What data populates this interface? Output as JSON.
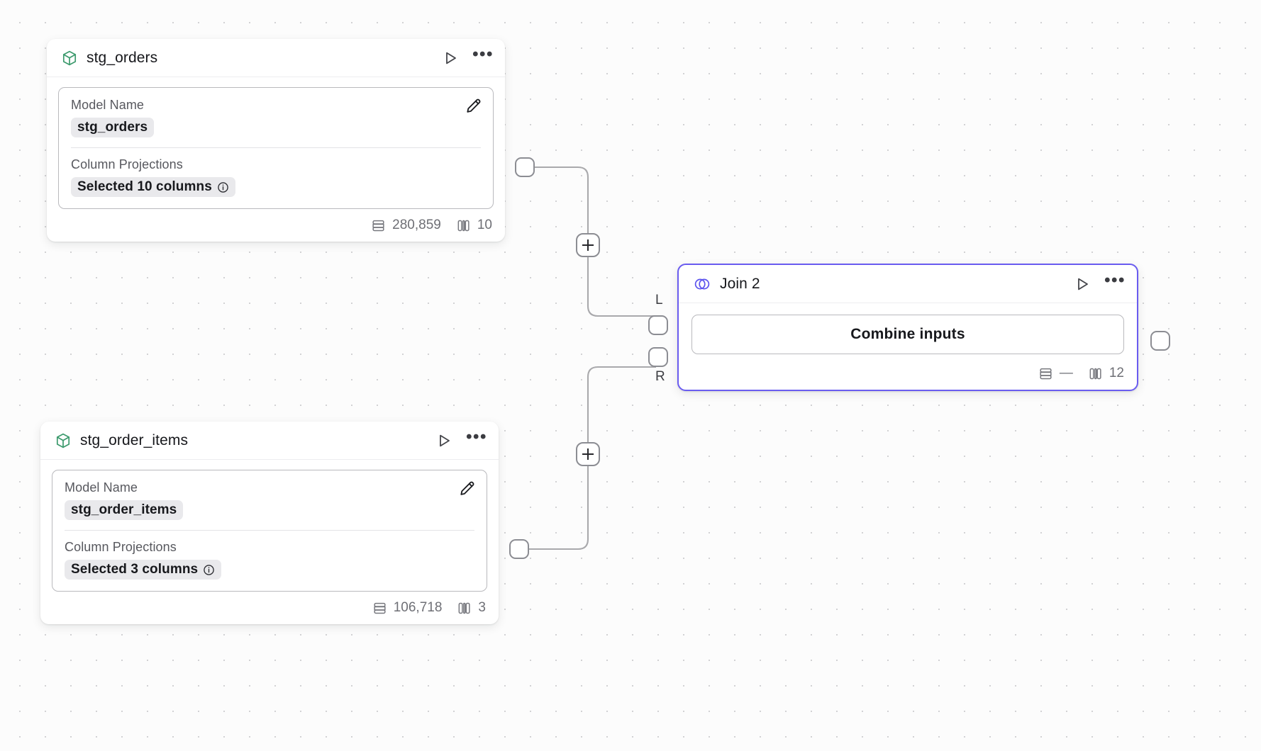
{
  "canvas": {
    "background_color": "#fcfcfc",
    "grid_dot_color": "#d2d2d4",
    "accent_color": "#6a5cf0",
    "model_icon_color": "#3c9a6d",
    "edge_color": "#a9a9ac"
  },
  "nodes": [
    {
      "id": "stg_orders",
      "type": "model",
      "title": "stg_orders",
      "icon": "cube-icon",
      "header_actions": {
        "run_label": "Run",
        "more_label": "More options"
      },
      "properties": [
        {
          "label": "Model Name",
          "value": "stg_orders",
          "has_info": false
        },
        {
          "label": "Column Projections",
          "value": "Selected 10 columns",
          "has_info": true
        }
      ],
      "edit_label": "Edit",
      "footer": {
        "rows": "280,859",
        "columns": "10"
      }
    },
    {
      "id": "stg_order_items",
      "type": "model",
      "title": "stg_order_items",
      "icon": "cube-icon",
      "header_actions": {
        "run_label": "Run",
        "more_label": "More options"
      },
      "properties": [
        {
          "label": "Model Name",
          "value": "stg_order_items",
          "has_info": false
        },
        {
          "label": "Column Projections",
          "value": "Selected 3 columns",
          "has_info": true
        }
      ],
      "edit_label": "Edit",
      "footer": {
        "rows": "106,718",
        "columns": "3"
      }
    },
    {
      "id": "join_2",
      "type": "join",
      "title": "Join 2",
      "icon": "venn-join-icon",
      "selected": true,
      "header_actions": {
        "run_label": "Run",
        "more_label": "More options"
      },
      "action_button": "Combine inputs",
      "input_ports": [
        {
          "id": "left",
          "label": "L"
        },
        {
          "id": "right",
          "label": "R"
        }
      ],
      "footer": {
        "rows": "—",
        "columns": "12"
      }
    }
  ],
  "edges": [
    {
      "id": "edge-orders-to-join-left",
      "from": "stg_orders",
      "to": "join_2.L",
      "add_button_label": "+"
    },
    {
      "id": "edge-items-to-join-right",
      "from": "stg_order_items",
      "to": "join_2.R",
      "add_button_label": "+"
    }
  ]
}
